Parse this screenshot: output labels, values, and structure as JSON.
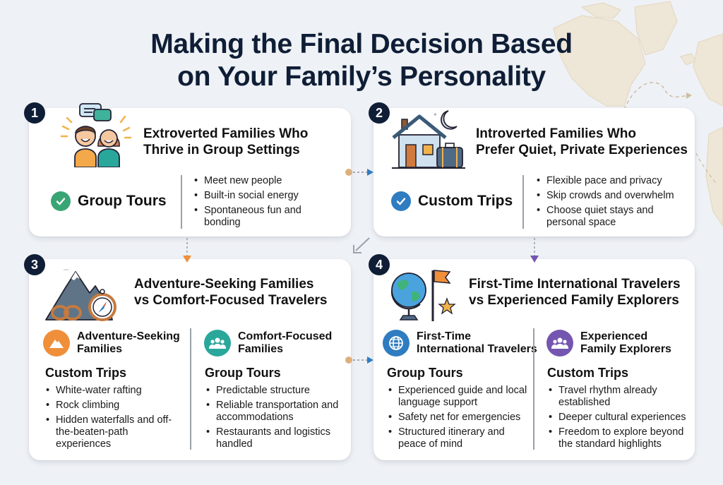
{
  "title": {
    "line1": "Making the Final Decision Based",
    "line2": "on Your Family’s Personality"
  },
  "colors": {
    "navy": "#0f1e36",
    "green": "#3aa574",
    "blue": "#2f7cc0",
    "orange": "#ef8f3a",
    "teal": "#2aa79b",
    "purple": "#7456b0",
    "connector_dot": "#dcb07c"
  },
  "cards": [
    {
      "number": "1",
      "title_line1": "Extroverted Families Who",
      "title_line2": "Thrive in Group Settings",
      "illustration": "happy-people-chatting",
      "recommendation": "Group Tours",
      "recommendation_icon": "check-circle-green",
      "bullets": [
        "Meet new people",
        "Built-in social energy",
        "Spontaneous fun and bonding"
      ]
    },
    {
      "number": "2",
      "title_line1": "Introverted Families Who",
      "title_line2": "Prefer Quiet, Private Experiences",
      "illustration": "house-moon-suitcase",
      "recommendation": "Custom Trips",
      "recommendation_icon": "check-circle-blue",
      "bullets": [
        "Flexible pace and privacy",
        "Skip crowds and overwhelm",
        "Choose quiet stays and personal space"
      ]
    },
    {
      "number": "3",
      "title_line1": "Adventure-Seeking Families",
      "title_line2": "vs Comfort-Focused Travelers",
      "illustration": "mountain-rope-compass",
      "columns": [
        {
          "icon": "mountain-icon",
          "heading_line1": "Adventure-Seeking",
          "heading_line2": "Families",
          "recommendation": "Custom Trips",
          "bullets": [
            "White-water rafting",
            "Rock climbing",
            "Hidden waterfalls and off-the-beaten-path experiences"
          ]
        },
        {
          "icon": "group-icon",
          "heading_line1": "Comfort-Focused",
          "heading_line2": "Families",
          "recommendation": "Group Tours",
          "bullets": [
            "Predictable structure",
            "Reliable transportation and accommodations",
            "Restaurants and logistics handled"
          ]
        }
      ]
    },
    {
      "number": "4",
      "title_line1": "First-Time International Travelers",
      "title_line2": "vs Experienced Family Explorers",
      "illustration": "globe-flag-star",
      "columns": [
        {
          "icon": "globe-icon",
          "heading_line1": "First-Time",
          "heading_line2": "International Travelers",
          "recommendation": "Group Tours",
          "bullets": [
            "Experienced guide and local language support",
            "Safety net for emergencies",
            "Structured itinerary and peace of mind"
          ]
        },
        {
          "icon": "group-icon",
          "heading_line1": "Experienced",
          "heading_line2": "Family Explorers",
          "recommendation": "Custom Trips",
          "bullets": [
            "Travel rhythm already established",
            "Deeper cultural experiences",
            "Freedom to explore beyond the standard highlights"
          ]
        }
      ]
    }
  ]
}
